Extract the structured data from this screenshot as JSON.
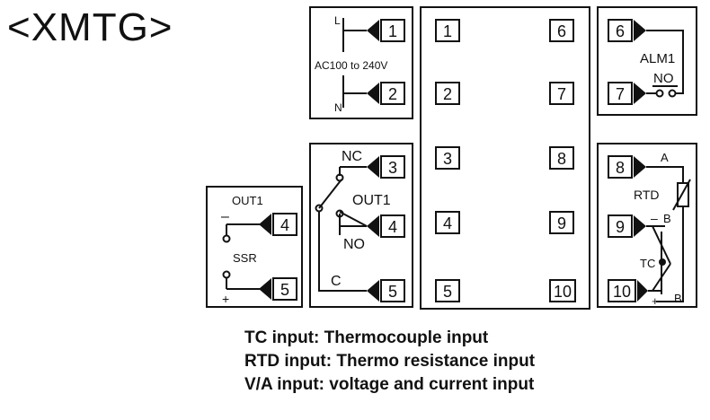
{
  "title": "<XMTG>",
  "power": {
    "l": "L",
    "n": "N",
    "voltage": "AC100 to 240V",
    "t1": "1",
    "t2": "2"
  },
  "relay_out": {
    "nc": "NC",
    "no": "NO",
    "c": "C",
    "label": "OUT1",
    "t3": "3",
    "t4": "4",
    "t5": "5"
  },
  "ssr_out": {
    "label": "OUT1",
    "ssr": "SSR",
    "minus": "–",
    "plus": "+",
    "t4": "4",
    "t5": "5"
  },
  "center_terminals": [
    "1",
    "2",
    "3",
    "4",
    "5",
    "6",
    "7",
    "8",
    "9",
    "10"
  ],
  "alarm": {
    "label": "ALM1",
    "no": "NO",
    "t6": "6",
    "t7": "7"
  },
  "input": {
    "a": "A",
    "b1": "B",
    "b2": "B",
    "rtd": "RTD",
    "tc": "TC",
    "minus": "–",
    "plus": "+",
    "t8": "8",
    "t9": "9",
    "t10": "10"
  },
  "notes": [
    "TC input: Thermocouple input",
    "RTD input: Thermo resistance input",
    "V/A input: voltage and current input"
  ],
  "colors": {
    "ink": "#111111",
    "background": "#ffffff"
  }
}
